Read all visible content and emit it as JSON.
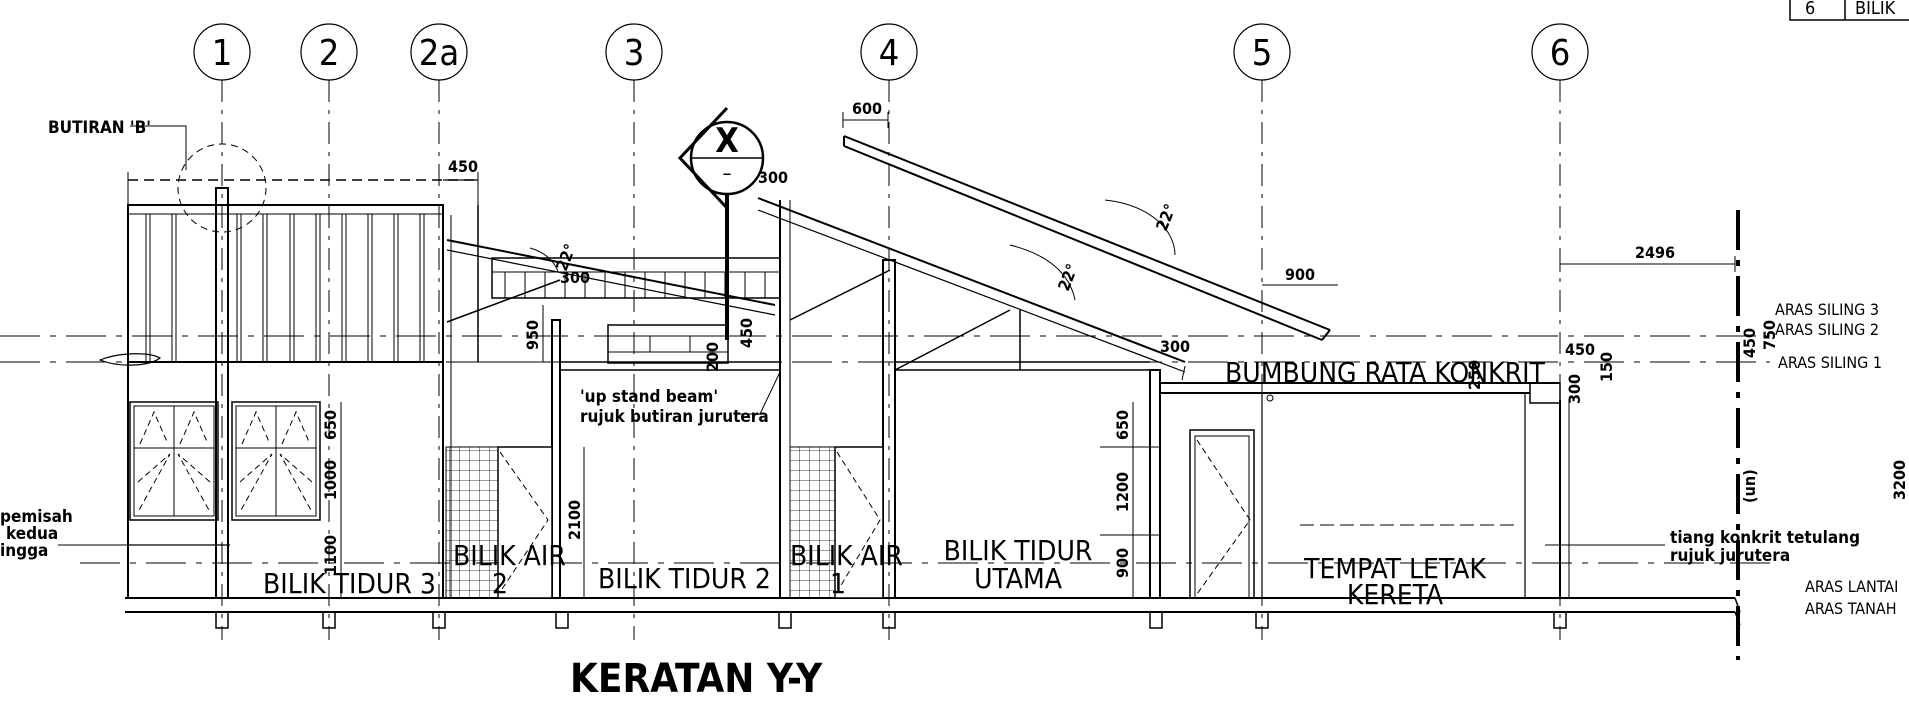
{
  "title": "KERATAN Y-Y",
  "grid_labels": [
    "1",
    "2",
    "2a",
    "3",
    "4",
    "5",
    "6"
  ],
  "table_fragment": {
    "number": "6",
    "text": "BILIK"
  },
  "rooms": [
    {
      "id": "bilik-tidur-3",
      "lines": [
        "BILIK TIDUR 3"
      ]
    },
    {
      "id": "bilik-air-2",
      "lines": [
        "BILIK AIR",
        "2"
      ]
    },
    {
      "id": "bilik-tidur-2",
      "lines": [
        "BILIK TIDUR 2"
      ]
    },
    {
      "id": "bilik-air-1",
      "lines": [
        "BILIK AIR",
        "1"
      ]
    },
    {
      "id": "bilik-tidur-utama",
      "lines": [
        "BILIK TIDUR",
        "UTAMA"
      ]
    },
    {
      "id": "tempat-letak-kereta",
      "lines": [
        "TEMPAT LETAK",
        "KERETA"
      ]
    },
    {
      "id": "bumbung-rata",
      "lines": [
        "BUMBUNG RATA KONKRIT"
      ]
    }
  ],
  "notes": {
    "butiran": "BUTIRAN 'B'",
    "upstand_1": "'up stand beam'",
    "upstand_2": "rujuk butiran jurutera",
    "tiang_1": "tiang konkrit tetulang",
    "tiang_2": "rujuk jurutera",
    "left_1": "pemisah",
    "left_2": "kedua",
    "left_3": "ingga",
    "marker": "X",
    "marker_sub": "–"
  },
  "levels": {
    "siling3": "ARAS SILING 3",
    "siling2": "ARAS SILING 2",
    "siling1": "ARAS SILING 1",
    "lantai": "ARAS LANTAI",
    "tanah": "ARAS TANAH"
  },
  "dimensions": {
    "d600": "600",
    "d450a": "450",
    "d300a": "300",
    "d300b": "300",
    "d300c": "300",
    "d900h": "900",
    "d2496": "2496",
    "d450b": "450",
    "d450c": "450",
    "d150": "150",
    "d750": "750",
    "d250": "250",
    "d300d": "300",
    "d950": "950",
    "d450d": "450",
    "d200": "200",
    "d650a": "650",
    "d1000": "1000",
    "d1100": "1100",
    "d2100": "2100",
    "d650b": "650",
    "d1200": "1200",
    "d900v": "900",
    "d3200": "3200",
    "deg1": "22°",
    "deg2": "22°",
    "deg3": "22°",
    "unit": "(un)"
  }
}
